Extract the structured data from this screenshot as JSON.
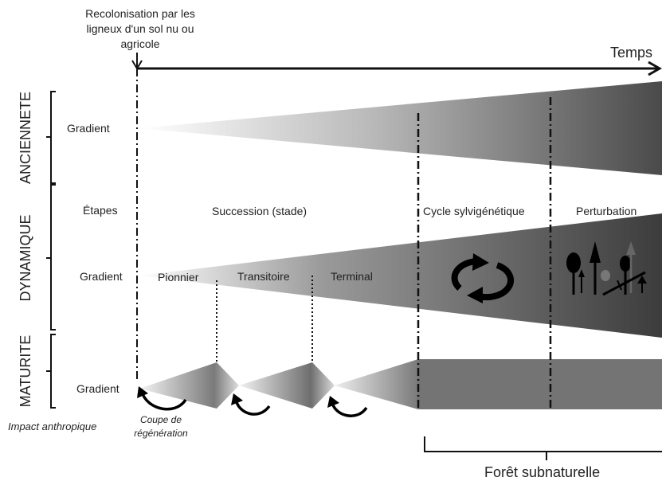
{
  "header": {
    "recolonisation": "Recolonisation par les ligneux d'un sol nu ou agricole",
    "time_label": "Temps"
  },
  "categories": {
    "anciennete": "ANCIENNETE",
    "dynamique": "DYNAMIQUE",
    "maturite": "MATURITE"
  },
  "rows": {
    "anciennete_gradient": "Gradient",
    "etapes": "Étapes",
    "dynamique_gradient": "Gradient",
    "maturite_gradient": "Gradient"
  },
  "phases": {
    "succession": "Succession (stade)",
    "cycle": "Cycle sylvigénétique",
    "perturbation": "Perturbation"
  },
  "stages": {
    "pionnier": "Pionnier",
    "transitoire": "Transitoire",
    "terminal": "Terminal"
  },
  "bottom": {
    "impact": "Impact anthropique",
    "coupe": "Coupe de régénération",
    "foret": "Forêt subnaturelle"
  },
  "icons": {
    "cycle": "cycle-arrows-icon",
    "perturbation": "perturbation-trees-icon",
    "regeneration_arrow": "curved-arrow-icon"
  }
}
